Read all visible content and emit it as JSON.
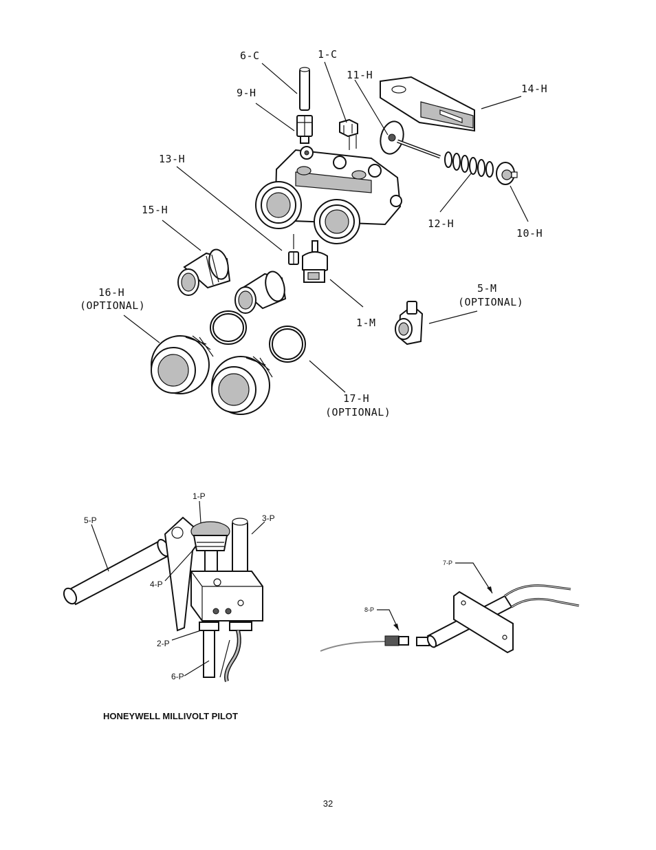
{
  "valve_callouts": {
    "c6C": "6-C",
    "c1C": "1-C",
    "c11H": "11-H",
    "c14H": "14-H",
    "c9H": "9-H",
    "c13H": "13-H",
    "c15H": "15-H",
    "c16H": "16-H",
    "c16H_note": "(OPTIONAL)",
    "c12H": "12-H",
    "c10H": "10-H",
    "c5M": "5-M",
    "c5M_note": "(OPTIONAL)",
    "c1M": "1-M",
    "c17H": "17-H",
    "c17H_note": "(OPTIONAL)"
  },
  "pilot_callouts": {
    "c1P": "1-P",
    "c3P": "3-P",
    "c5P": "5-P",
    "c4P": "4-P",
    "c2P": "2-P",
    "c6P": "6-P",
    "c7P": "7-P",
    "c8P": "8-P"
  },
  "caption": "HONEYWELL MILLIVOLT PILOT",
  "page_number": "32"
}
